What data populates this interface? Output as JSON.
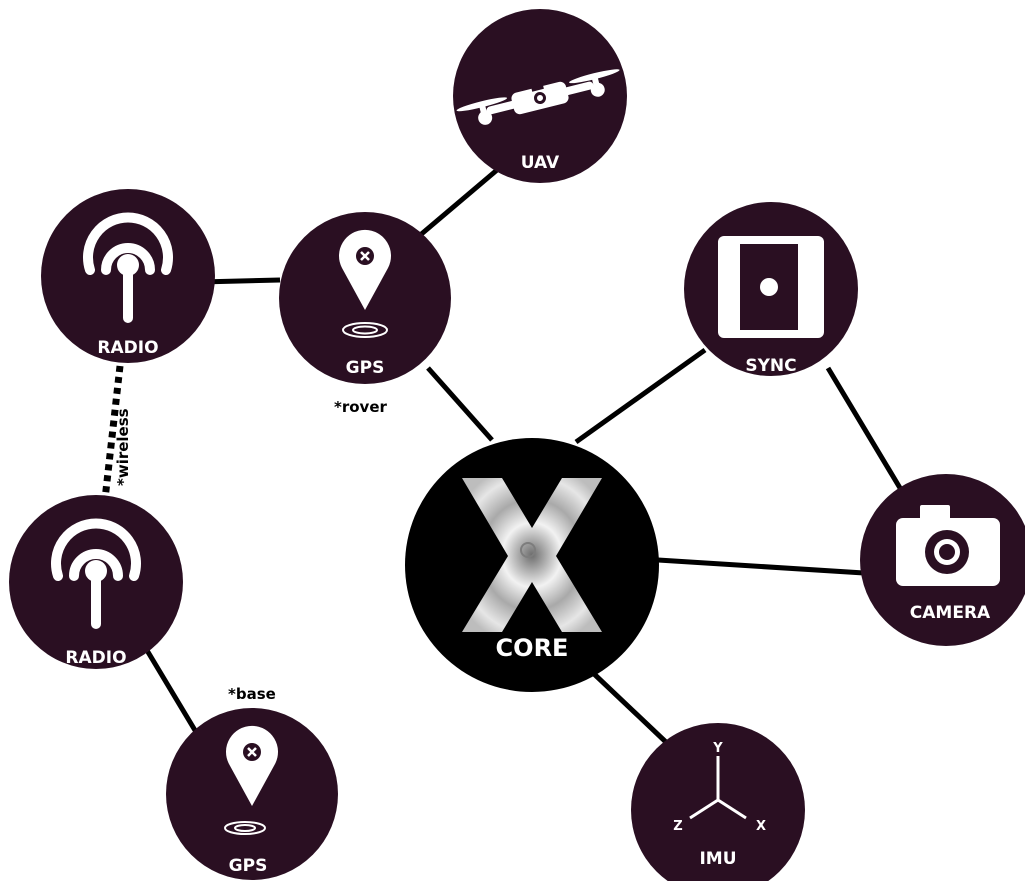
{
  "colors": {
    "node": "#2a0f22",
    "core": "#000000",
    "line": "#000000",
    "icon": "#ffffff"
  },
  "nodes": {
    "uav": {
      "label": "UAV",
      "icon": "drone-icon"
    },
    "radio_top": {
      "label": "RADIO",
      "icon": "antenna-icon"
    },
    "gps_rover": {
      "label": "GPS",
      "icon": "location-pin-icon"
    },
    "sync": {
      "label": "SYNC",
      "icon": "sync-panel-icon"
    },
    "core": {
      "label": "CORE",
      "icon": "x-logo-icon"
    },
    "camera": {
      "label": "CAMERA",
      "icon": "camera-icon"
    },
    "radio_bottom": {
      "label": "RADIO",
      "icon": "antenna-icon"
    },
    "gps_base": {
      "label": "GPS",
      "icon": "location-pin-icon"
    },
    "imu": {
      "label": "IMU",
      "icon": "axes-icon"
    }
  },
  "axes": {
    "y": "Y",
    "z": "Z",
    "x": "X"
  },
  "annotations": {
    "rover": "*rover",
    "wireless": "*wireless",
    "base": "*base"
  }
}
